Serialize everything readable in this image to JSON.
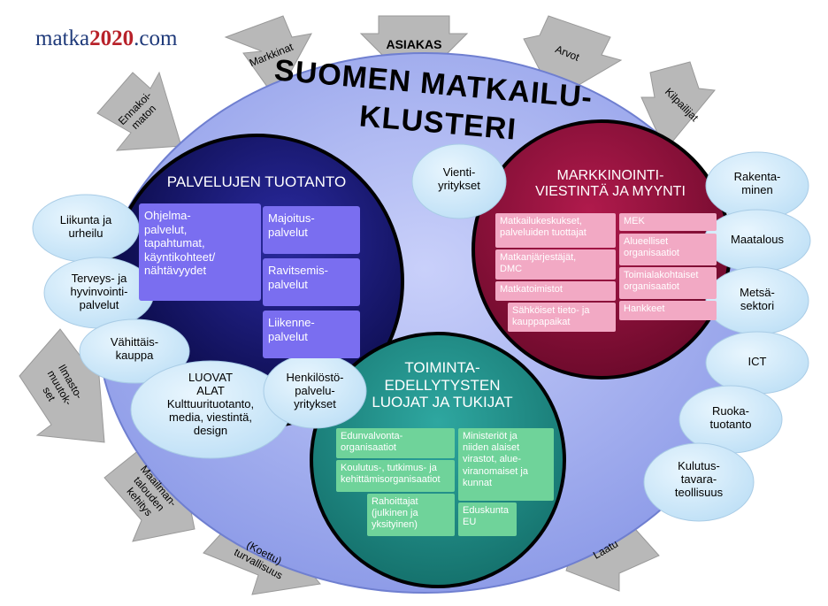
{
  "logo": {
    "pre": "matka",
    "num": "2020",
    "post": ".com"
  },
  "title": {
    "line1": "SUOMEN MATKAILU-",
    "line2": "KLUSTERI"
  },
  "arrows": {
    "asiakas": "ASIAKAS",
    "markkinat": "Markkinat",
    "arvot": "Arvot",
    "ennakoimaton": "Ennakoi-\nmaton",
    "kilpailijat": "Kilpailijat",
    "ilmasto": "Ilmasto-\nmuutok-\nset",
    "maailmantalous": "Maailman-\ntalouden\nkehitys",
    "turvallisuus": "(Koettu)\nturvallisuus",
    "laatu": "Laatu"
  },
  "palvelut": {
    "title": "PALVELUJEN TUOTANTO",
    "ohjelma": "Ohjelma-\npalvelut,\ntapahtumat,\nkäyntikohteet/\nnähtävyydet",
    "majoitus": "Majoitus-\npalvelut",
    "ravitsemis": "Ravitsemis-\npalvelut",
    "liikenne": "Liikenne-\npalvelut"
  },
  "markkinointi": {
    "title": "MARKKINOINTI-\nVIESTINTÄ JA MYYNTI",
    "b1": "Matkailukeskukset,\npalveluiden tuottajat",
    "b2": "Matkanjärjestäjät,\nDMC",
    "b3": "Matkatoimistot",
    "b4": "Sähköiset tieto- ja\nkauppapaikat",
    "b5": "MEK",
    "b6": "Alueelliset\norganisaatiot",
    "b7": "Toimialakohtaiset\norganisaatiot",
    "b8": "Hankkeet"
  },
  "toiminta": {
    "title": "TOIMINTA-\nEDELLYTYSTEN\nLUOJAT JA TUKIJAT",
    "g1": "Edunvalvonta-\norganisaatiot",
    "g2": "Koulutus-, tutkimus- ja\nkehittämisorganisaatiot",
    "g3": "Rahoittajat\n(julkinen ja\nyksityinen)",
    "g4": "Ministeriöt ja\nniiden alaiset\nvirastot, alue-\nviranomaiset ja\nkunnat",
    "g5": "Eduskunta\nEU"
  },
  "bubbles": {
    "vienti": "Vienti-\nyritykset",
    "liikunta": "Liikunta ja\nurheilu",
    "terveys": "Terveys- ja\nhyvinvointi-\npalvelut",
    "vahittais": "Vähittäis-\nkauppa",
    "luovat": "LUOVAT\nALAT\nKulttuurituotanto,\nmedia, viestintä,\ndesign",
    "henkilosto": "Henkilöstö-\npalvelu-\nyritykset",
    "rakentaminen": "Rakenta-\nminen",
    "maatalous": "Maatalous",
    "metsa": "Metsä-\nsektori",
    "ict": "ICT",
    "ruoka": "Ruoka-\ntuotanto",
    "kulutus": "Kulutus-\ntavara-\nteollisuus"
  },
  "colors": {
    "outer": "#9aa8ee",
    "navy": "#14145e",
    "crimson": "#8c0f38",
    "teal": "#1f8a84",
    "bubble": "#cfe9fb",
    "arrow": "#b7b7b7",
    "bluebox": "#7a6ef0",
    "pinkbox": "#f2a9c4",
    "greenbox": "#6fd39a"
  }
}
